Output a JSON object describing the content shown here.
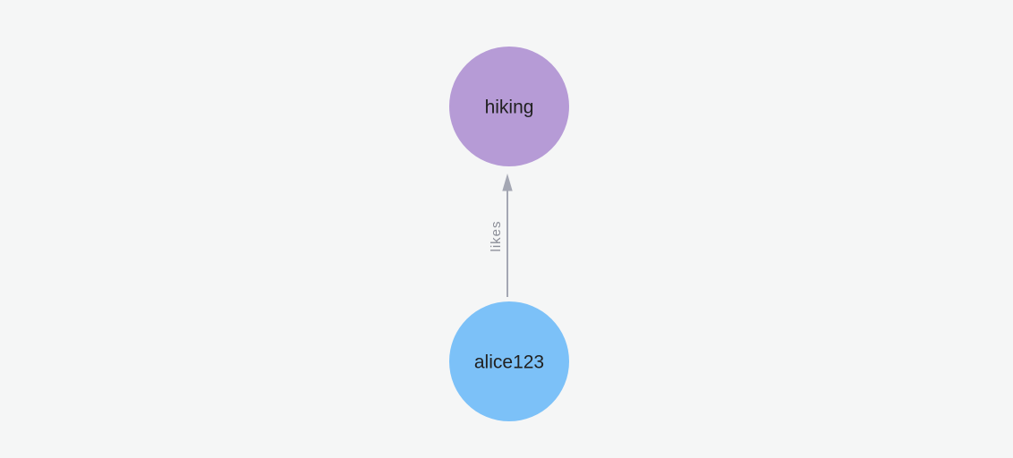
{
  "canvas": {
    "background_color": "#f5f6f6"
  },
  "graph": {
    "nodes": [
      {
        "id": "hiking",
        "label": "hiking",
        "color": "#b69bd6",
        "label_color": "#212121"
      },
      {
        "id": "alice123",
        "label": "alice123",
        "color": "#7cc1f8",
        "label_color": "#212121"
      }
    ],
    "edge": {
      "label": "likes",
      "source": "alice123",
      "target": "hiking",
      "direction": "up",
      "color": "#a4a7b3",
      "label_color": "#8b8e98"
    }
  }
}
